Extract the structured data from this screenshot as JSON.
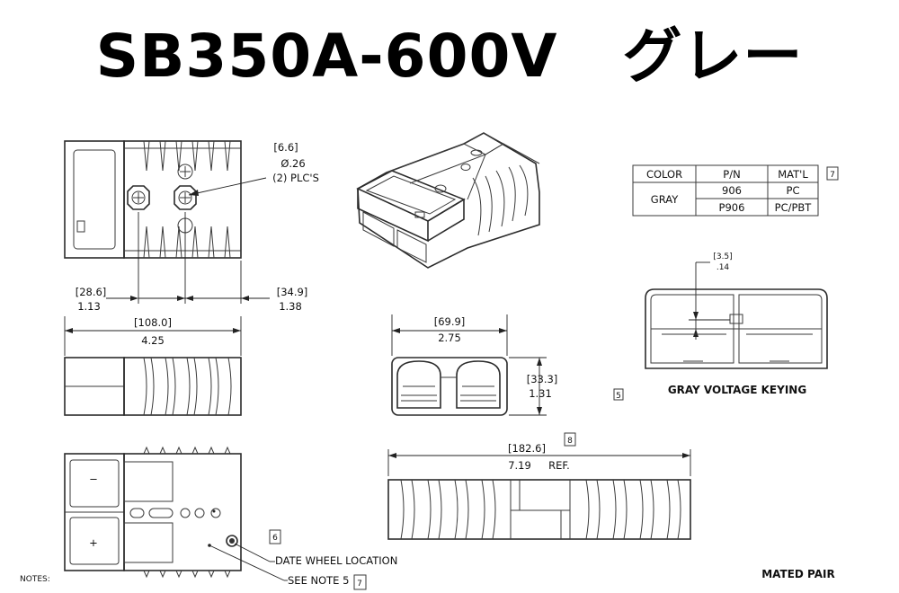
{
  "title": "SB350A-600V   グレー",
  "dims": {
    "hole_mm": "[6.6]",
    "hole_in": "Ø.26",
    "hole_qty": "(2) PLC'S",
    "left_mm": "[28.6]",
    "left_in": "1.13",
    "right_mm": "[34.9]",
    "right_in": "1.38",
    "length_mm": "[108.0]",
    "length_in": "4.25",
    "width_mm": "[69.9]",
    "width_in": "2.75",
    "height_mm": "[33.3]",
    "height_in": "1.31",
    "key_mm": "[3.5]",
    "key_in": ".14",
    "mated_mm": "[182.6]",
    "mated_in": "7.19",
    "mated_ref": "REF."
  },
  "table": {
    "headers": [
      "COLOR",
      "P/N",
      "MAT'L"
    ],
    "note_box": "7",
    "color": "GRAY",
    "rows": [
      [
        "906",
        "PC"
      ],
      [
        "P906",
        "PC/PBT"
      ]
    ]
  },
  "labels": {
    "keying": "GRAY VOLTAGE KEYING",
    "date_wheel": "DATE WHEEL LOCATION",
    "date_wheel_note": "6",
    "see_note": "SEE NOTE 5",
    "see_note_box": "7",
    "note5_box": "5",
    "mated_note": "8",
    "notes": "NOTES:",
    "mated_pair": "MATED PAIR",
    "minus": "−",
    "plus": "+"
  }
}
